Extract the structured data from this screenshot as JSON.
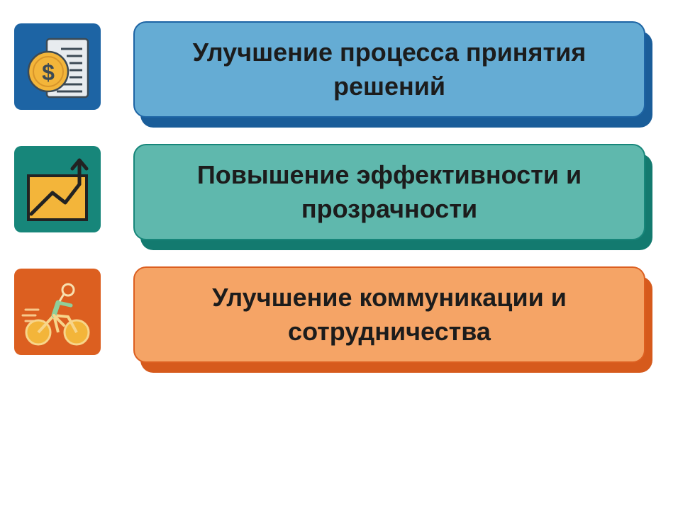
{
  "items": [
    {
      "text": "Улучшение процесса принятия решений",
      "icon": "dollar-coin-document-icon",
      "colors": {
        "tile": "#1d64a4",
        "card": "#65acd4",
        "card_border": "#1d64a4",
        "shadow": "#1a5d99"
      }
    },
    {
      "text": "Повышение эффективности и прозрачности",
      "icon": "growth-chart-arrow-icon",
      "colors": {
        "tile": "#17867a",
        "card": "#5fb8ad",
        "card_border": "#17867a",
        "shadow": "#137a6f"
      }
    },
    {
      "text": "Улучшение коммуникации и сотрудничества",
      "icon": "cyclist-icon",
      "colors": {
        "tile": "#dc5f20",
        "card": "#f5a466",
        "card_border": "#dc5f20",
        "shadow": "#d65a1c"
      }
    }
  ]
}
